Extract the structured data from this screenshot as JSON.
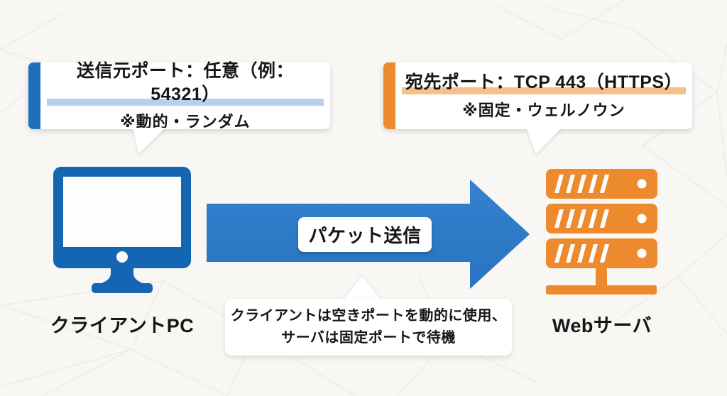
{
  "diagram_title": "client-server port usage (packet send)",
  "colors": {
    "client_blue": "#1565b5",
    "arrow_blue": "#2e7cc7",
    "accent_blue": "#1e6fbe",
    "highlight_blue": "#b7d1ec",
    "server_orange": "#ee8a2e",
    "highlight_orange": "#f5c08a",
    "background": "#f8f7f4",
    "text": "#161616"
  },
  "callout_source_port": {
    "line1": "送信元ポート：任意（例：54321）",
    "line2": "※動的・ランダム"
  },
  "callout_dest_port": {
    "line1": "宛先ポート：TCP 443（HTTPS）",
    "line2": "※固定・ウェルノウン"
  },
  "client": {
    "label": "クライアントPC"
  },
  "server": {
    "label": "Webサーバ"
  },
  "arrow": {
    "label": "パケット送信"
  },
  "note": {
    "line1": "クライアントは空きポートを動的に使用、",
    "line2": "サーバは固定ポートで待機"
  }
}
